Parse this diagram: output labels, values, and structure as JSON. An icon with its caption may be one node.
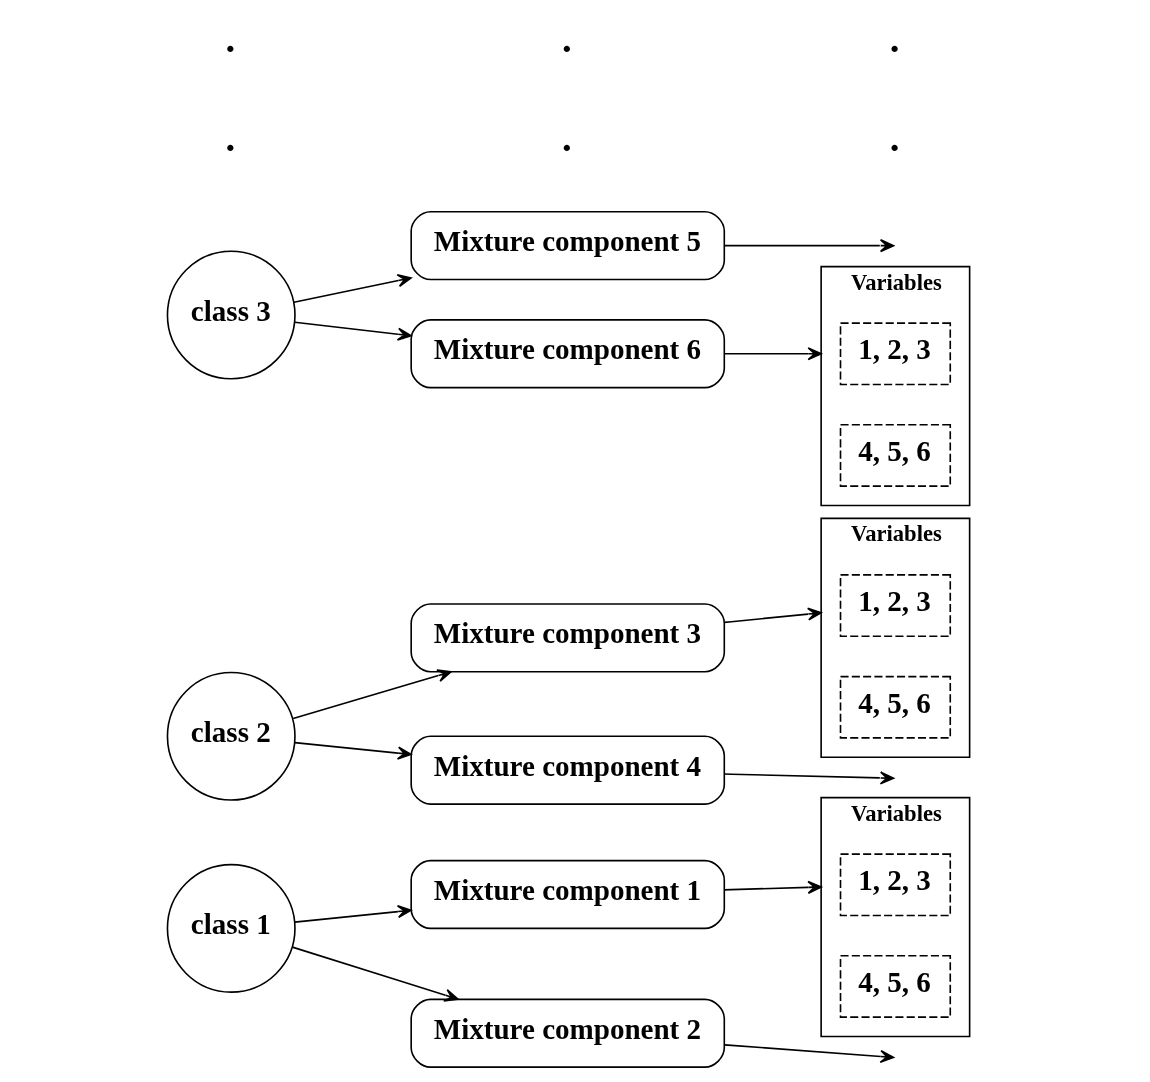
{
  "diagram": {
    "nodes": [
      {
        "text": [
          "class 1"
        ]
      },
      {
        "text": [
          "class 2"
        ]
      },
      {
        "text": [
          "class 3"
        ]
      },
      {
        "text": [
          "Mixture component 1"
        ]
      },
      {
        "text": [
          "Mixture component 2"
        ]
      },
      {
        "text": [
          "Mixture component 3"
        ]
      },
      {
        "text": [
          "Mixture component 4"
        ]
      },
      {
        "text": [
          "Mixture component 5"
        ]
      },
      {
        "text": [
          "Mixture component 6"
        ]
      },
      {
        "text": [
          "Variables"
        ]
      },
      {
        "text": [
          "1, 2, 3"
        ],
        "in": 9
      },
      {
        "text": [
          "4, 5, 6"
        ],
        "in": 9
      },
      {
        "text": [
          "Variables"
        ]
      },
      {
        "text": [
          "1, 2, 3"
        ],
        "in": 12
      },
      {
        "text": [
          "4, 5, 6"
        ],
        "in": 12
      },
      {
        "text": [
          "Variables"
        ]
      },
      {
        "text": [
          "1, 2, 3"
        ],
        "in": 15
      },
      {
        "text": [
          "4, 5, 6"
        ],
        "in": 15
      }
    ],
    "edges": [
      {
        "from": 0,
        "to": 3,
        "arrow": "to"
      },
      {
        "from": 0,
        "to": 4,
        "arrow": "to"
      },
      {
        "from": 1,
        "to": 5,
        "arrow": "to"
      },
      {
        "from": 1,
        "to": 6,
        "arrow": "to"
      },
      {
        "from": 2,
        "to": 7,
        "arrow": "to"
      },
      {
        "from": 2,
        "to": 8,
        "arrow": "to"
      },
      {
        "from": 3,
        "to": 9,
        "arrow": "to"
      },
      {
        "from": 4,
        "to": null,
        "arrow": "to"
      },
      {
        "from": 5,
        "to": 12,
        "arrow": "to"
      },
      {
        "from": 6,
        "to": null,
        "arrow": "to"
      },
      {
        "from": 7,
        "to": null,
        "arrow": "to"
      },
      {
        "from": 8,
        "to": 15,
        "arrow": "to"
      }
    ],
    "labels": [
      ".",
      ".",
      ".",
      ".",
      ".",
      "."
    ]
  }
}
